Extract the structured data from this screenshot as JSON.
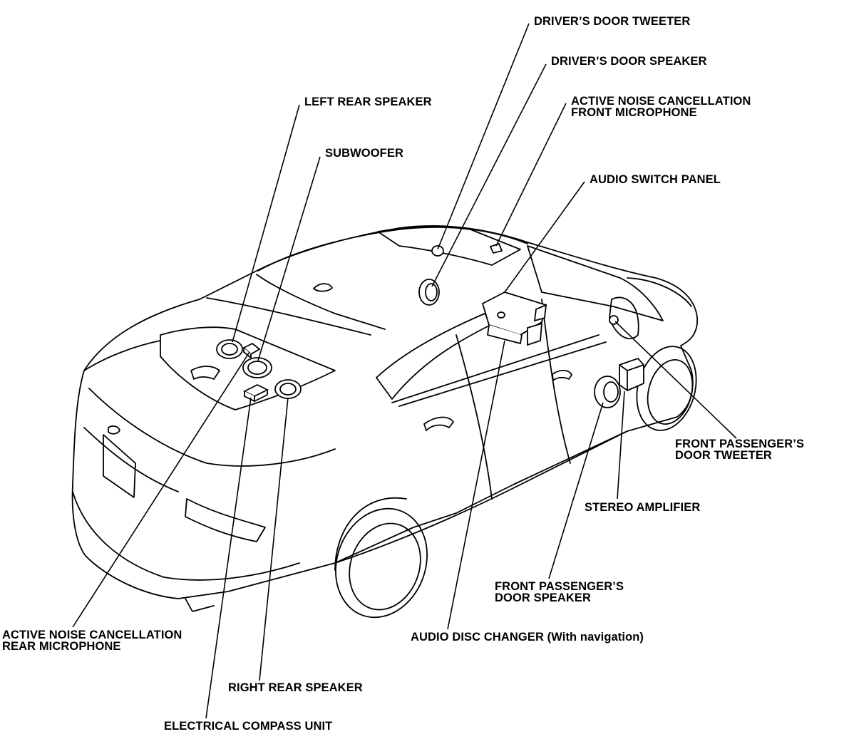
{
  "labels": {
    "drivers_door_tweeter": "DRIVER’S DOOR TWEETER",
    "drivers_door_speaker": "DRIVER’S DOOR SPEAKER",
    "anc_front_mic_line1": "ACTIVE NOISE CANCELLATION",
    "anc_front_mic_line2": "FRONT MICROPHONE",
    "left_rear_speaker": "LEFT REAR SPEAKER",
    "subwoofer": "SUBWOOFER",
    "audio_switch_panel": "AUDIO SWITCH PANEL",
    "front_pass_tweeter_line1": "FRONT PASSENGER’S",
    "front_pass_tweeter_line2": "DOOR TWEETER",
    "stereo_amplifier": "STEREO AMPLIFIER",
    "front_pass_speaker_line1": "FRONT PASSENGER’S",
    "front_pass_speaker_line2": "DOOR SPEAKER",
    "anc_rear_mic_line1": "ACTIVE NOISE CANCELLATION",
    "anc_rear_mic_line2": "REAR MICROPHONE",
    "audio_disc_changer": "AUDIO DISC CHANGER (With navigation)",
    "right_rear_speaker": "RIGHT REAR SPEAKER",
    "electrical_compass_unit": "ELECTRICAL COMPASS UNIT"
  },
  "colors": {
    "ink": "#000000",
    "paper": "#ffffff"
  }
}
